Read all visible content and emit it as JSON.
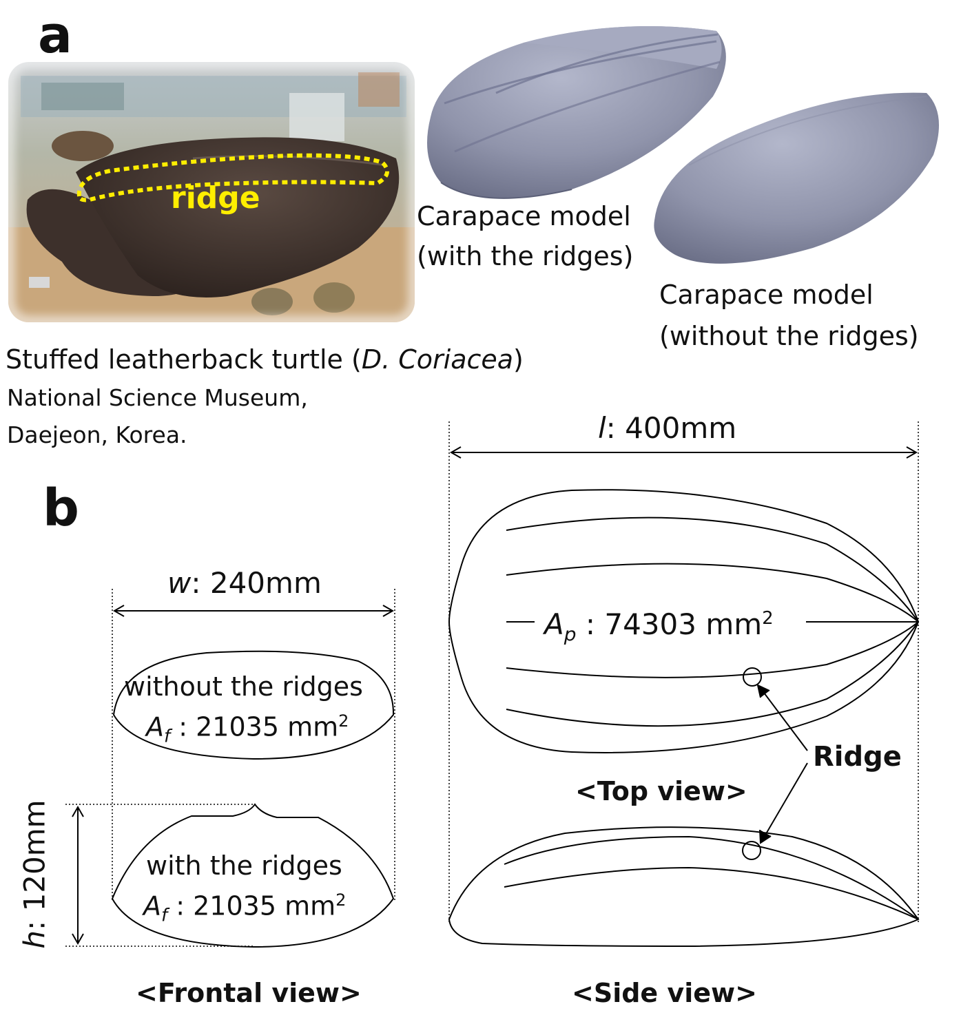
{
  "panel_a": {
    "letter": "a",
    "photo_label": "ridge",
    "photo_caption_main": "Stuffed leatherback turtle (",
    "photo_caption_species": "D. Coriacea",
    "photo_caption_end": ")",
    "photo_location_line1": "National Science Museum,",
    "photo_location_line2": "Daejeon, Korea.",
    "model_with_line1": "Carapace model",
    "model_with_line2": "(with the ridges)",
    "model_without_line1": "Carapace model",
    "model_without_line2": "(without the ridges)"
  },
  "panel_b": {
    "letter": "b",
    "width_var": "w",
    "width_value": ": 240mm",
    "height_var": "h",
    "height_value": ": 120mm",
    "length_var": "l",
    "length_value": ": 400mm",
    "without_label": "without the ridges",
    "with_label": "with the ridges",
    "af_var": "A",
    "af_sub": "f",
    "af_without_value": " : 21035 mm",
    "af_with_value": " : 21035 mm",
    "ap_var": "A",
    "ap_sub": "p",
    "ap_value": " : 74303 mm",
    "sup": "2",
    "ridge_label": "Ridge",
    "top_view": "<Top view>",
    "side_view": "<Side view>",
    "frontal_view": "<Frontal view>"
  },
  "colors": {
    "ridge_highlight": "#ffee00",
    "model_fill": "#8e92ab",
    "shell_dark": "#3a2e28"
  }
}
